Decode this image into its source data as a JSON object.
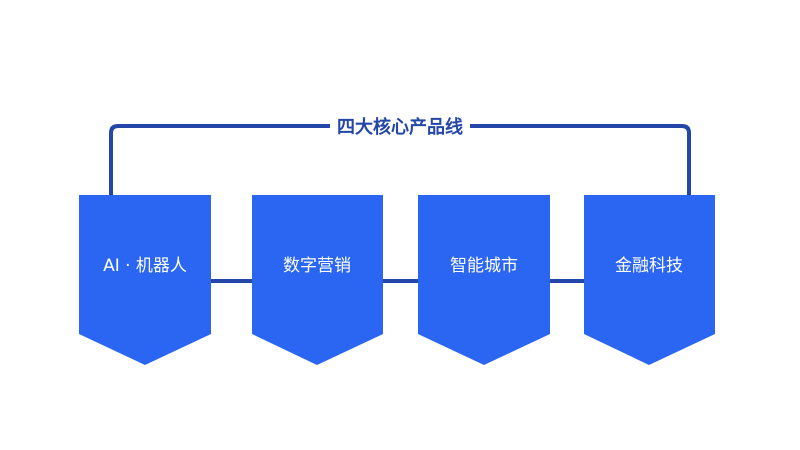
{
  "diagram": {
    "title": "四大核心产品线",
    "product_lines": [
      {
        "label": "AI · 机器人"
      },
      {
        "label": "数字营销"
      },
      {
        "label": "智能城市"
      },
      {
        "label": "金融科技"
      }
    ]
  },
  "colors": {
    "card_fill": "#2a66f2",
    "line_color": "#2346a8",
    "title_color": "#2346a8",
    "label_color": "#ffffff",
    "background": "#ffffff"
  }
}
